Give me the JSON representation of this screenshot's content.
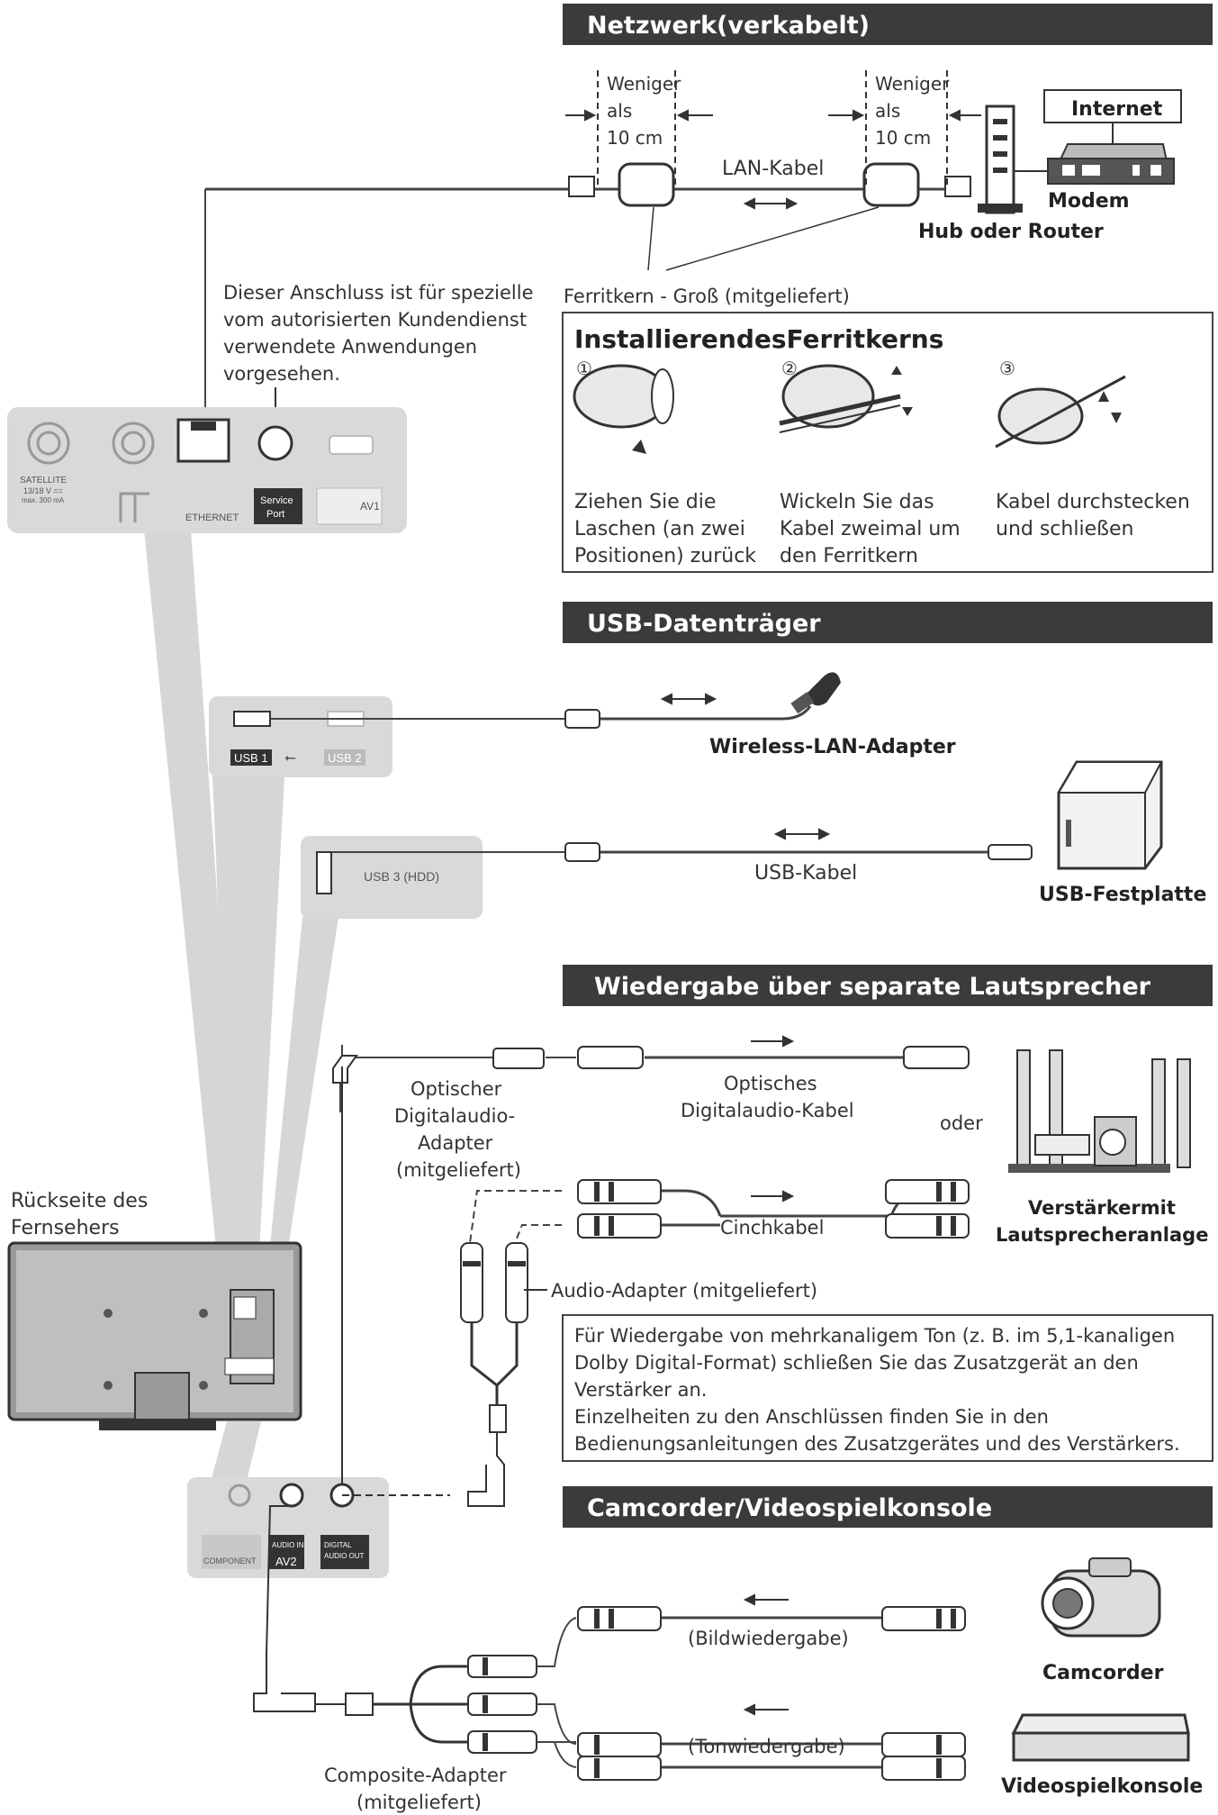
{
  "sections": {
    "network": {
      "title": "Netzwerk(verkabelt)",
      "distance_left": [
        "Weniger",
        "als",
        "10 cm"
      ],
      "distance_right": [
        "Weniger",
        "als",
        "10 cm"
      ],
      "lan_cable": "LAN-Kabel",
      "internet": "Internet",
      "modem": "Modem",
      "hub_router": "Hub oder Router",
      "service_note": [
        "Dieser Anschluss ist für spezielle",
        "vom autorisierten Kundendienst",
        "verwendete Anwendungen",
        "vorgesehen."
      ],
      "ferrite_label": "Ferritkern - Groß (mitgeliefert)",
      "ferrite_box_title": "InstallierendesFerritkerns",
      "steps": [
        {
          "num": "①",
          "lines": [
            "Ziehen Sie die",
            "Laschen (an zwei",
            "Positionen) zurück"
          ]
        },
        {
          "num": "②",
          "lines": [
            "Wickeln Sie das",
            "Kabel zweimal um",
            "den Ferritkern"
          ]
        },
        {
          "num": "③",
          "lines": [
            "Kabel durchstecken",
            "und schließen"
          ]
        }
      ]
    },
    "usb": {
      "title": "USB-Datenträger",
      "wireless_adapter": "Wireless-LAN-Adapter",
      "usb_cable": "USB-Kabel",
      "usb_hdd": "USB-Festplatte"
    },
    "speakers": {
      "title": "Wiedergabe über separate Lautsprecher",
      "optical_adapter": [
        "Optischer",
        "Digitalaudio-",
        "Adapter",
        "(mitgeliefert)"
      ],
      "optical_cable": [
        "Optisches",
        "Digitalaudio-Kabel"
      ],
      "or": "oder",
      "amplifier": [
        "Verstärkermit",
        "Lautsprecheranlage"
      ],
      "cinch_cable": "Cinchkabel",
      "audio_adapter": "Audio-Adapter (mitgeliefert)",
      "note": [
        "Für Wiedergabe von mehrkanaligem Ton (z. B. im 5,1-kanaligen",
        "Dolby Digital-Format) schließen Sie das Zusatzgerät an den",
        "Verstärker an.",
        "Einzelheiten zu den Anschlüssen finden Sie in den",
        "Bedienungsanleitungen des Zusatzgerätes und des Verstärkers."
      ]
    },
    "camcorder": {
      "title": "Camcorder/Videospielkonsole",
      "video_playback": "(Bildwiedergabe)",
      "audio_playback": "(Tonwiedergabe)",
      "camcorder": "Camcorder",
      "console": "Videospielkonsole",
      "composite_adapter": [
        "Composite-Adapter",
        "(mitgeliefert)"
      ]
    }
  },
  "tv": {
    "back_label": [
      "Rückseite des",
      "Fernsehers"
    ],
    "panel_top": {
      "satellite": [
        "SATELLITE",
        "13/18 V ==",
        "max. 300 mA"
      ],
      "ethernet": "ETHERNET",
      "service": [
        "Service",
        "Port"
      ],
      "av1": "AV1"
    },
    "panel_usb": {
      "usb1": "USB 1",
      "usb2": "USB 2",
      "usb3": "USB 3 (HDD)"
    },
    "panel_bottom": {
      "component": "COMPONENT",
      "audio_in": "AUDIO IN",
      "av2": "AV2",
      "digital_audio_out": [
        "DIGITAL",
        "AUDIO OUT"
      ]
    }
  },
  "colors": {
    "header_bg": "#3a3a3a",
    "panel_bg": "#d9d9d9",
    "beam": "#d4d4d4"
  }
}
